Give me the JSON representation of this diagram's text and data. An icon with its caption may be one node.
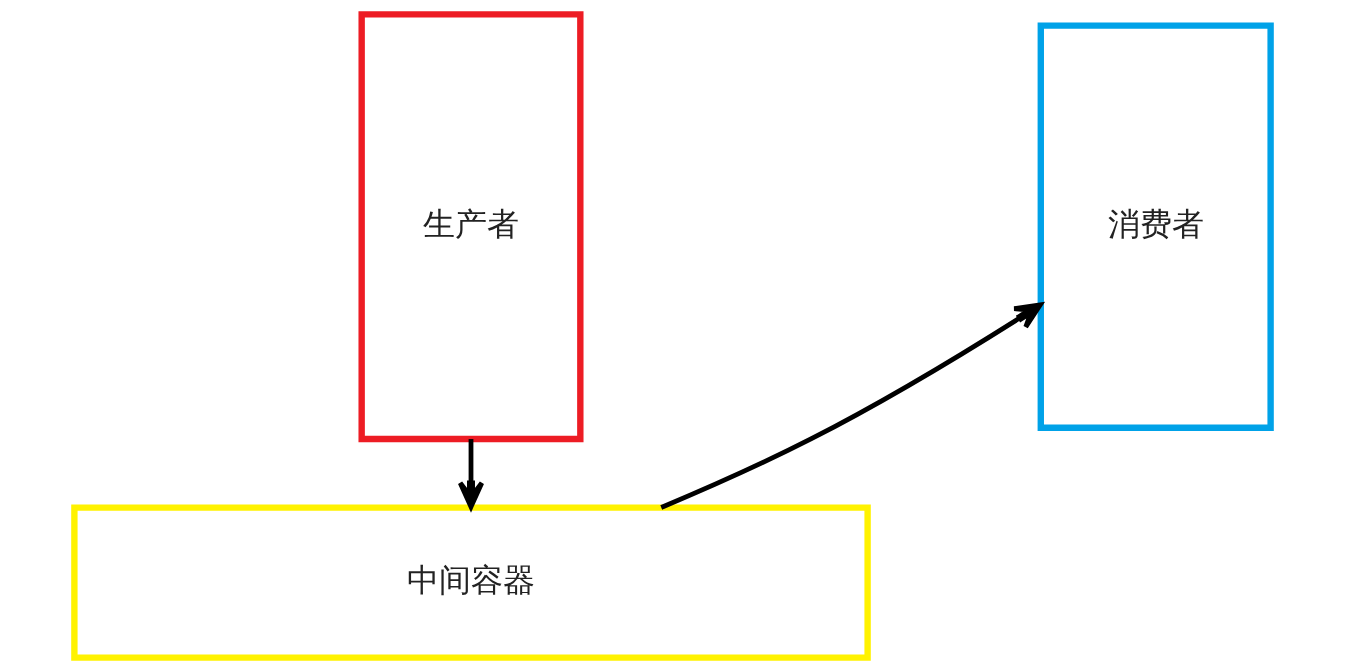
{
  "diagram": {
    "nodes": [
      {
        "text": [
          "生产者"
        ]
      },
      {
        "text": [
          "中间容器"
        ]
      },
      {
        "text": [
          "消费者"
        ]
      }
    ],
    "edges": [
      {
        "from": 0,
        "to": 1,
        "arrow": "to"
      },
      {
        "from": 1,
        "to": 2,
        "arrow": "to"
      }
    ]
  }
}
